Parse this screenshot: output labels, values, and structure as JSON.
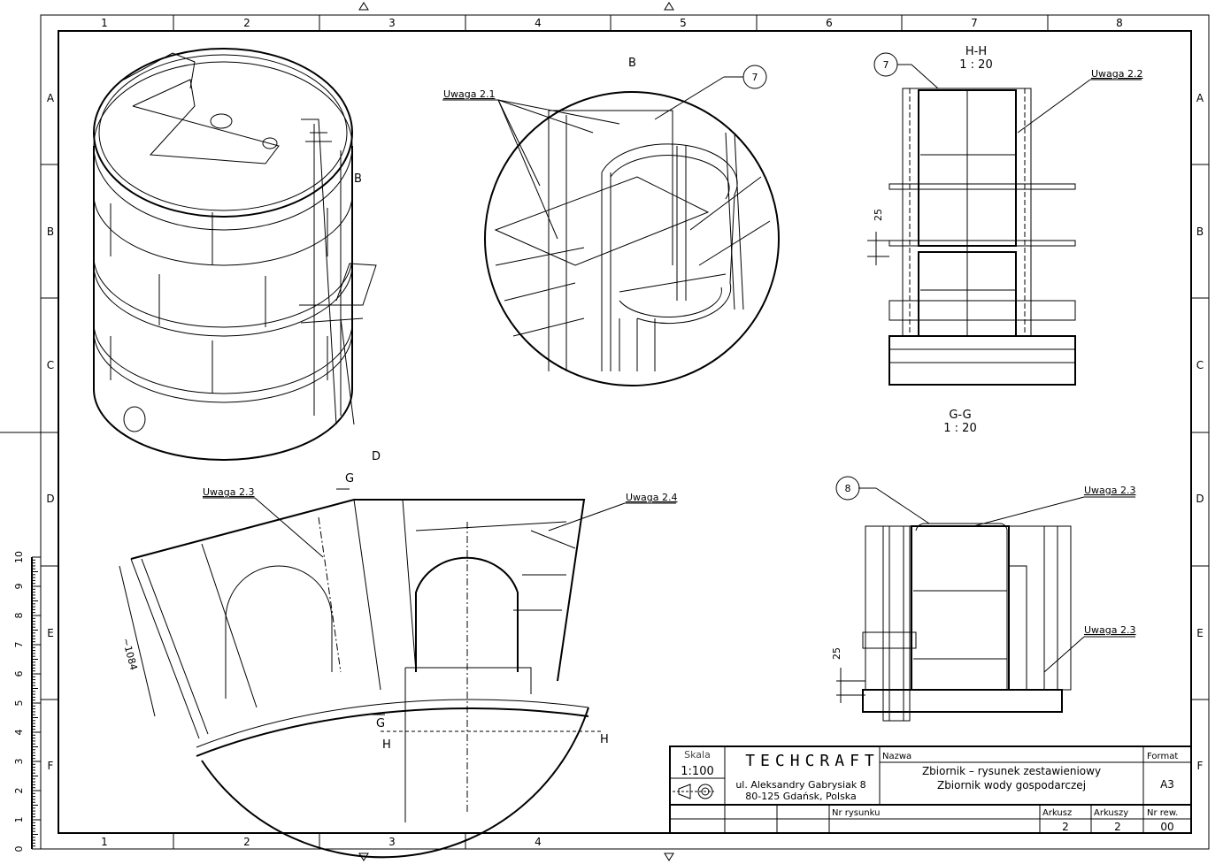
{
  "sheet": {
    "columns": [
      "1",
      "2",
      "3",
      "4",
      "5",
      "6",
      "7",
      "8"
    ],
    "bottom_columns": [
      "1",
      "2",
      "3",
      "4"
    ],
    "rows": [
      "A",
      "B",
      "C",
      "D",
      "E",
      "F"
    ],
    "ruler": [
      "0",
      "1",
      "2",
      "3",
      "4",
      "5",
      "6",
      "7",
      "8",
      "9",
      "10"
    ]
  },
  "views": {
    "main_detail_label": "B",
    "detail_b_title": "B",
    "detail_d_title": "D",
    "hh_title": "H-H",
    "hh_scale": "1 : 20",
    "gg_title": "G-G",
    "gg_scale": "1 : 20"
  },
  "annotations": {
    "uwaga_21": "Uwaga 2.1",
    "uwaga_22": "Uwaga 2.2",
    "uwaga_23a": "Uwaga 2.3",
    "uwaga_23b": "Uwaga 2.3",
    "uwaga_23c": "Uwaga 2.3",
    "uwaga_24": "Uwaga 2.4",
    "balloon_7a": "7",
    "balloon_7b": "7",
    "balloon_8": "8",
    "dim_25a": "25",
    "dim_25b": "25",
    "dim_1084": "~1084",
    "section_g_top": "G",
    "section_g_bottom": "G",
    "section_h_left": "H",
    "section_h_right": "H"
  },
  "title_block": {
    "scale_label": "Skala",
    "scale_value": "1:100",
    "company": "TECHCRAFT",
    "address_line1": "ul. Aleksandry Gabrysiak 8",
    "address_line2": "80-125 Gdańsk, Polska",
    "name_label": "Nazwa",
    "name_line1": "Zbiornik – rysunek zestawieniowy",
    "name_line2": "Zbiornik wody gospodarczej",
    "format_label": "Format",
    "format_value": "A3",
    "drawing_no_label": "Nr rysunku",
    "sheet_label": "Arkusz",
    "sheet_value": "2",
    "sheets_label": "Arkuszy",
    "sheets_value": "2",
    "rev_label": "Nr rew.",
    "rev_value": "00"
  }
}
